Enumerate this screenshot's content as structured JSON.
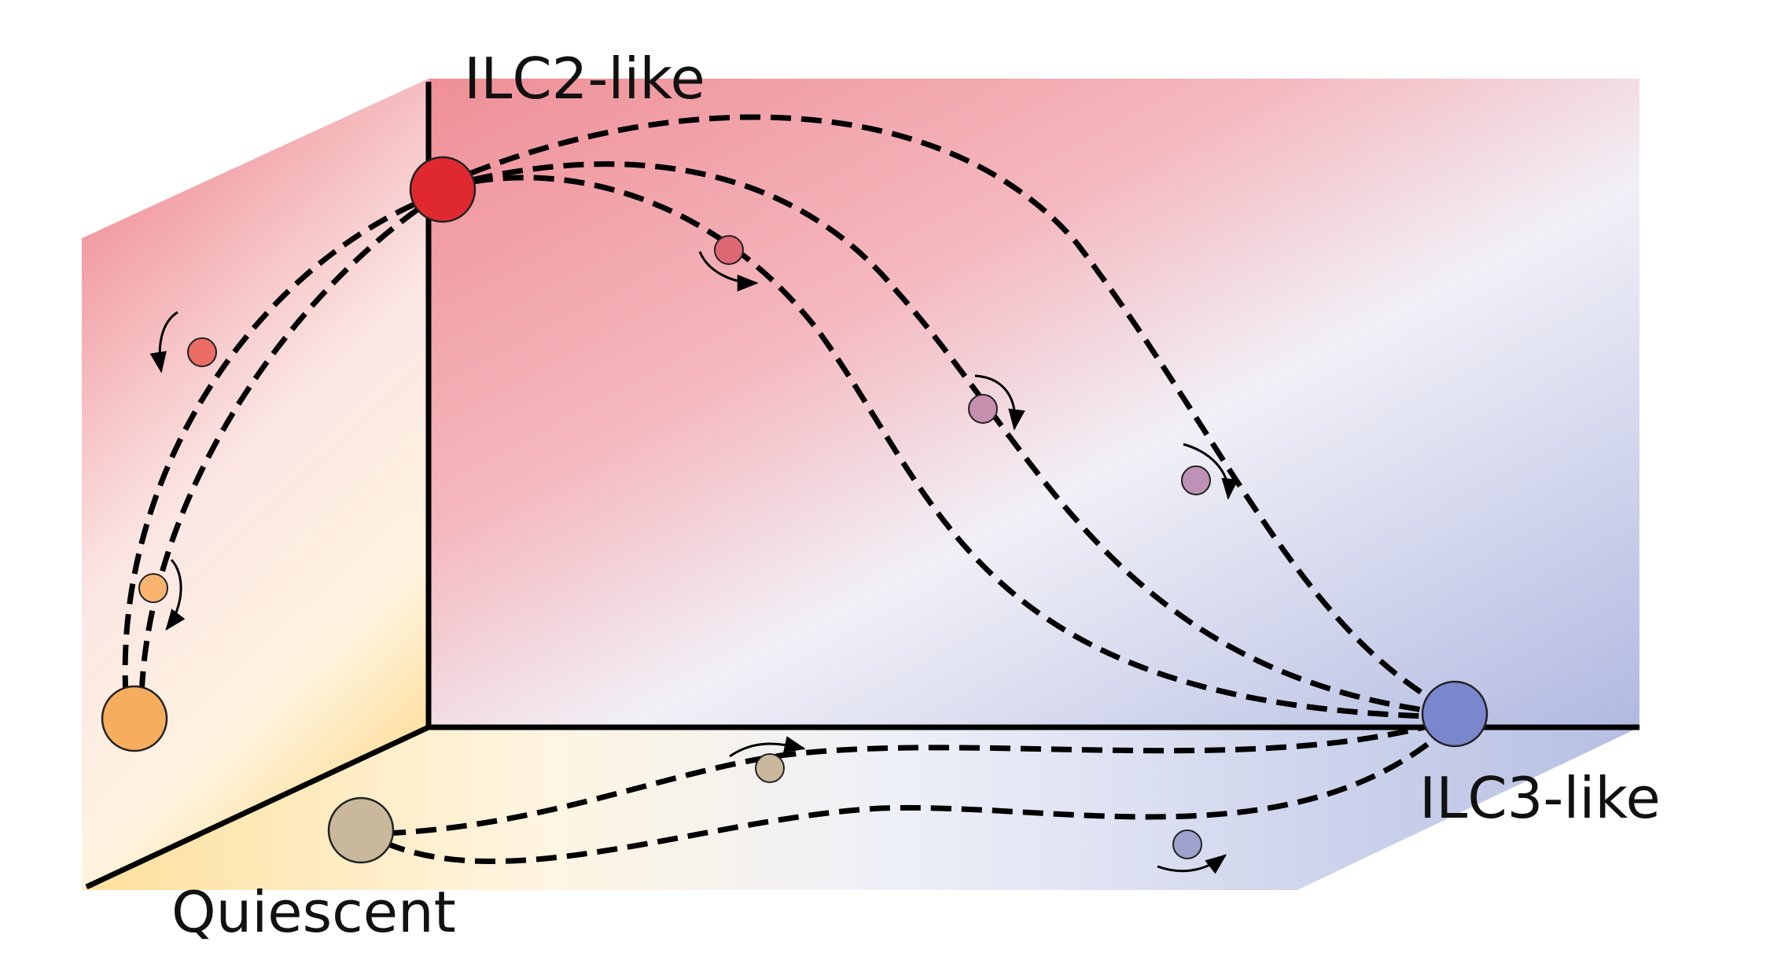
{
  "labels": {
    "ilc2": "ILC2-like",
    "ilc3": "ILC3-like",
    "quiescent": "Quiescent"
  },
  "colors": {
    "ilc2_state": "#e0282f",
    "ilc3_state": "#7b87cc",
    "quiescent_state": "#c9b89b",
    "intermediate_orange": "#f7ad5e",
    "background_red": "#ef959c",
    "background_blue": "#b6bfe3",
    "background_yellow": "#fde1a0"
  },
  "nodes": [
    {
      "name": "ilc2-like-node",
      "color": "#e0282f"
    },
    {
      "name": "ilc3-like-node",
      "color": "#7b87cc"
    },
    {
      "name": "quiescent-node",
      "color": "#c9b89b"
    },
    {
      "name": "ilc2-intermediate-node",
      "color": "#f7ad5e"
    }
  ]
}
